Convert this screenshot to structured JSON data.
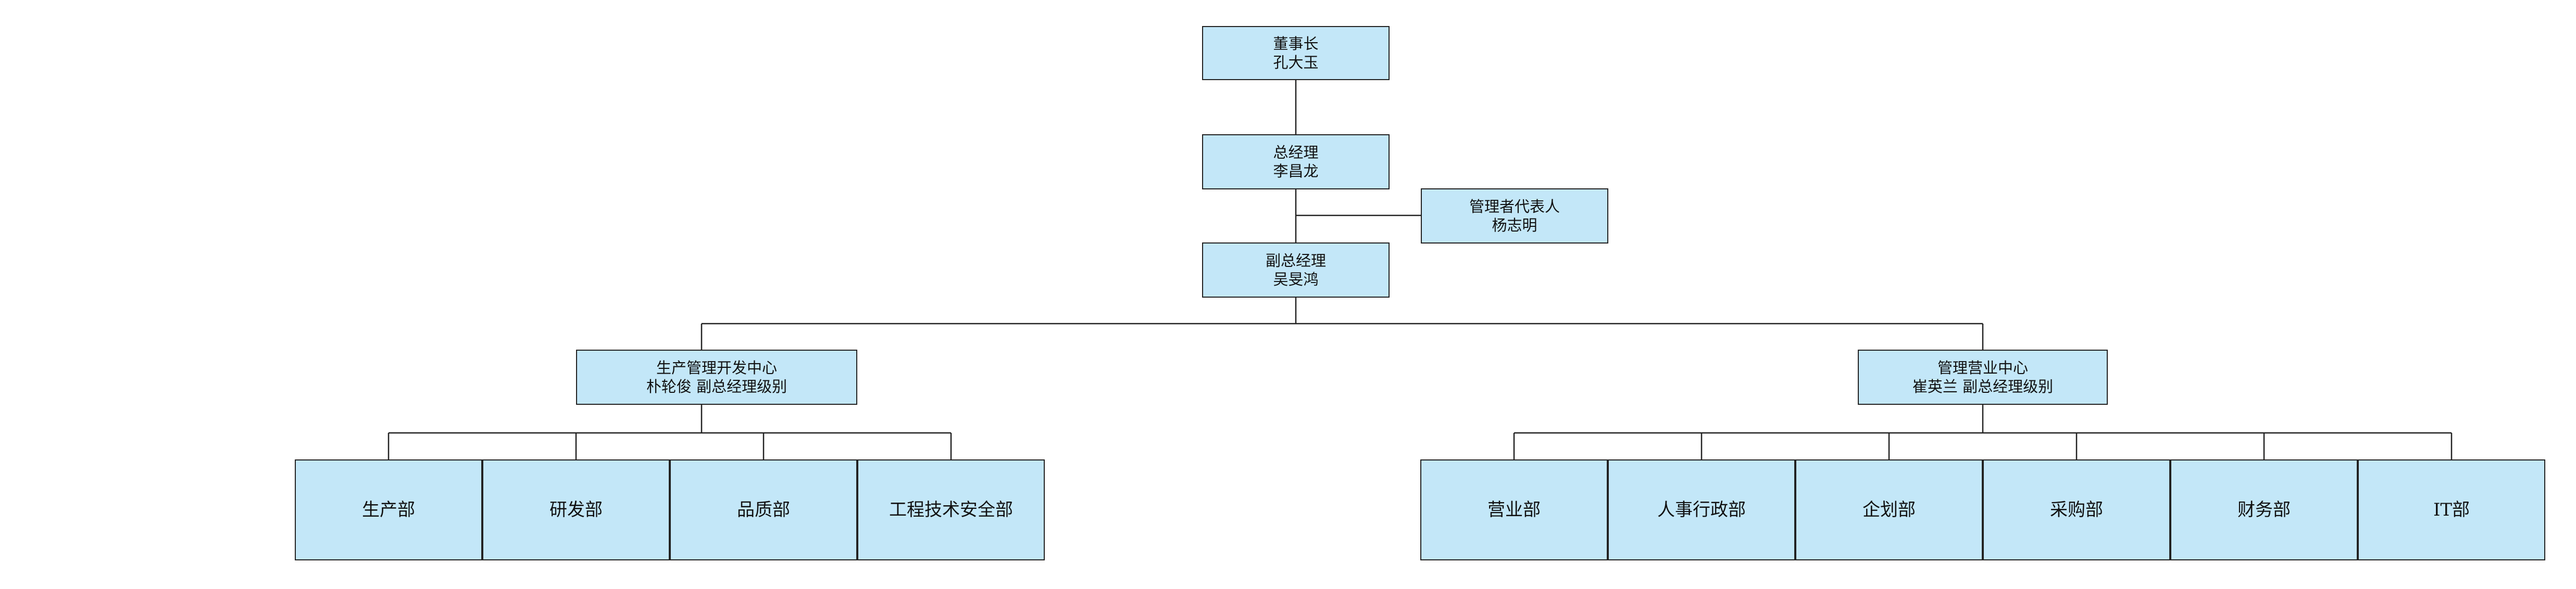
{
  "diagram": {
    "line_color": "#222222",
    "box_fill": "#c3e7f8",
    "nodes": {
      "chairman": {
        "title": "董事长",
        "name": "孔大玉"
      },
      "general_manager": {
        "title": "总经理",
        "name": "李昌龙"
      },
      "management_rep": {
        "title": "管理者代表人",
        "name": "杨志明"
      },
      "deputy_gm": {
        "title": "副总经理",
        "name": "吴旻鸿"
      },
      "production_center": {
        "title": "生产管理开发中心",
        "name": "朴轮俊  副总经理级别"
      },
      "sales_center": {
        "title": "管理营业中心",
        "name": "崔英兰  副总经理级别"
      }
    },
    "production_departments": [
      "生产部",
      "研发部",
      "品质部",
      "工程技术安全部"
    ],
    "sales_departments": [
      "营业部",
      "人事行政部",
      "企划部",
      "采购部",
      "财务部",
      "IT部"
    ]
  }
}
